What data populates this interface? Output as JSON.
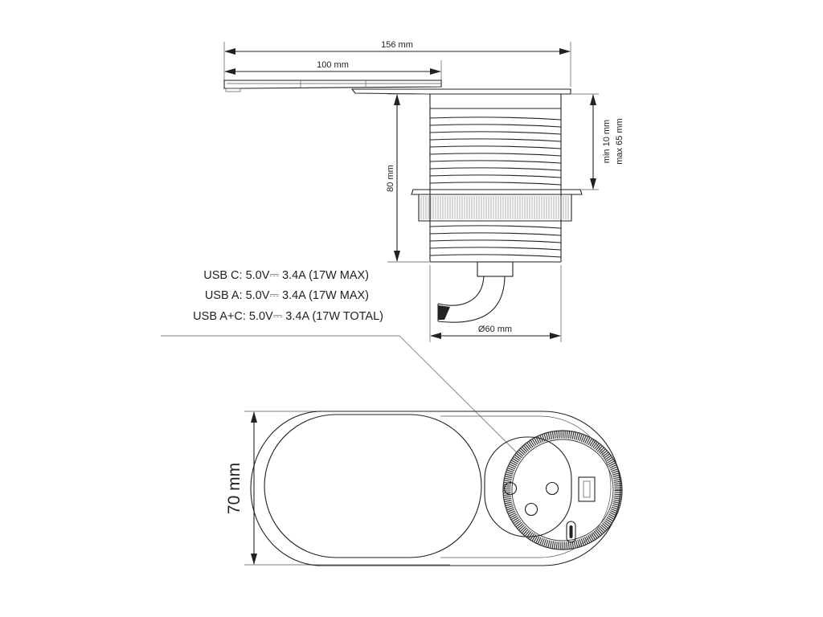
{
  "dimensions": {
    "total_length": "156 mm",
    "lid_length": "100 mm",
    "height": "80 mm",
    "desk_thickness_min": "min 10 mm",
    "desk_thickness_max": "max 65 mm",
    "diameter": "Ø60 mm",
    "width": "70 mm"
  },
  "specs": [
    "USB C: 5.0V⎓ 3.4A (17W MAX)",
    "USB A: 5.0V⎓ 3.4A (17W MAX)",
    "USB A+C: 5.0V⎓ 3.4A (17W TOTAL)"
  ],
  "colors": {
    "line": "#222222",
    "leader": "#9a9a9a",
    "knurl": "#555555"
  }
}
